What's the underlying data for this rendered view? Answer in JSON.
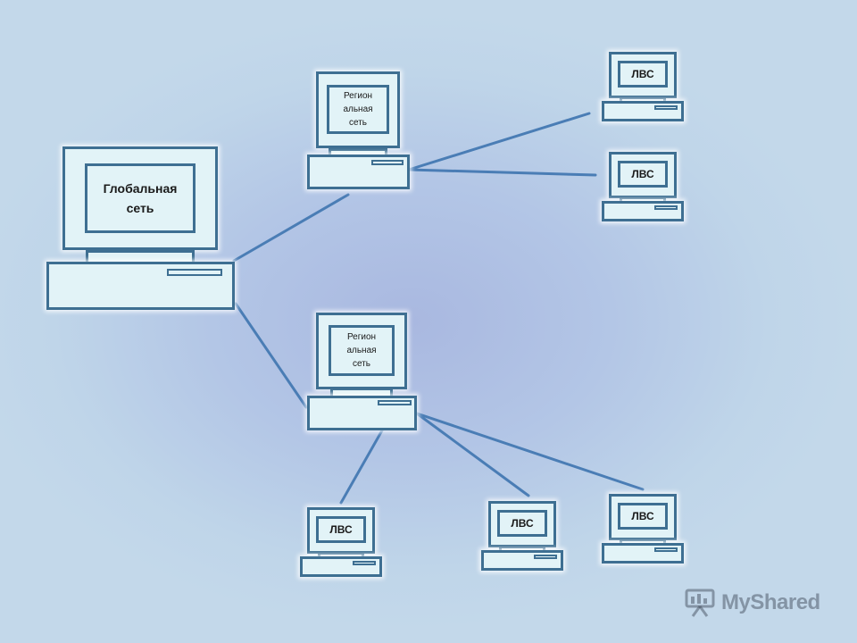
{
  "diagram": {
    "line_color": "#4a7db5",
    "outline_color": "#3e6f92",
    "fill_color": "#e2f3f7",
    "nodes": [
      {
        "id": "global",
        "label_lines": [
          "Глобальная",
          "сеть"
        ],
        "kind": "large"
      },
      {
        "id": "regional1",
        "label_lines": [
          "Регион",
          "альная",
          "сеть"
        ],
        "kind": "mid"
      },
      {
        "id": "regional2",
        "label_lines": [
          "Регион",
          "альная",
          "сеть"
        ],
        "kind": "mid"
      },
      {
        "id": "lan1",
        "label_lines": [
          "ЛВС"
        ],
        "kind": "small"
      },
      {
        "id": "lan2",
        "label_lines": [
          "ЛВС"
        ],
        "kind": "small"
      },
      {
        "id": "lan3",
        "label_lines": [
          "ЛВС"
        ],
        "kind": "small"
      },
      {
        "id": "lan4",
        "label_lines": [
          "ЛВС"
        ],
        "kind": "small"
      },
      {
        "id": "lan5",
        "label_lines": [
          "ЛВС"
        ],
        "kind": "small"
      }
    ],
    "links": [
      {
        "from": "global",
        "to": "regional1"
      },
      {
        "from": "global",
        "to": "regional2"
      },
      {
        "from": "regional1",
        "to": "lan1"
      },
      {
        "from": "regional1",
        "to": "lan2"
      },
      {
        "from": "regional2",
        "to": "lan3"
      },
      {
        "from": "regional2",
        "to": "lan4"
      },
      {
        "from": "regional2",
        "to": "lan5"
      }
    ]
  },
  "watermark": {
    "text": "MyShared",
    "icon": "presentation-board-icon"
  }
}
